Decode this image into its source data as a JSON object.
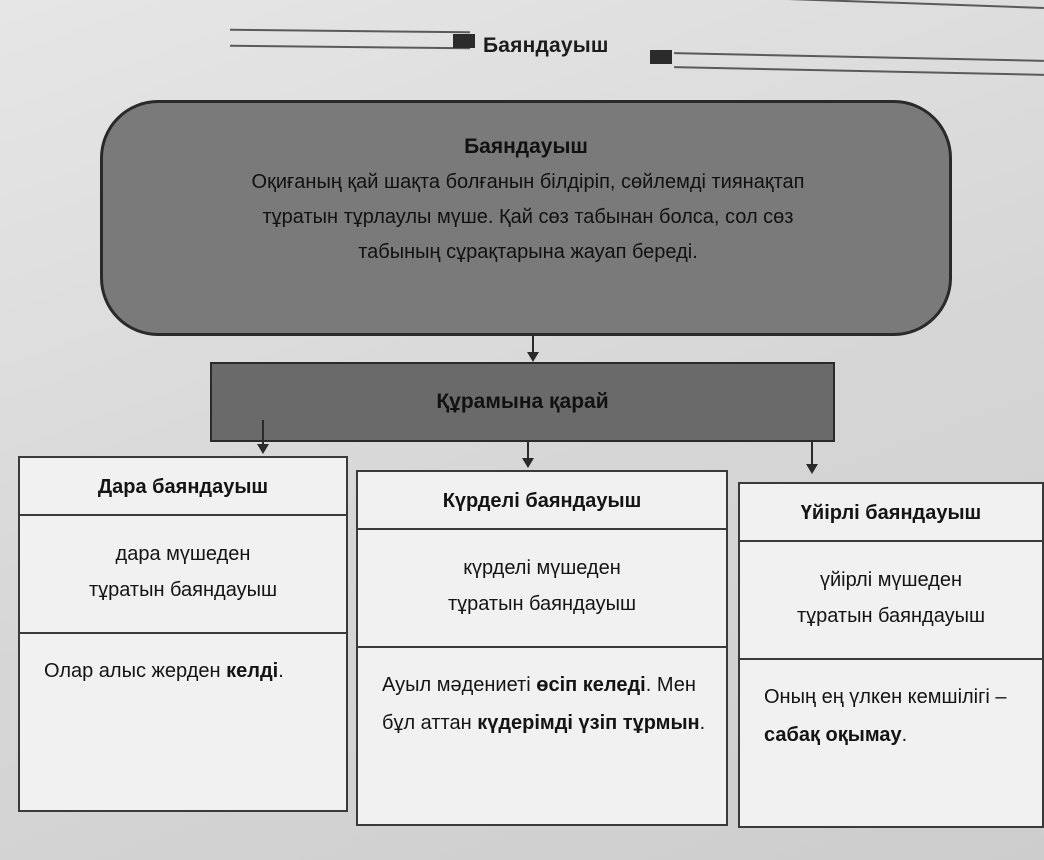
{
  "header": {
    "title": "Баяндауыш"
  },
  "definition": {
    "title": "Баяндауыш",
    "lines": [
      "Оқиғаның қай шақта болғанын білдіріп, сөйлемді тиянақтап",
      "тұратын тұрлаулы мүше. Қай сөз табынан болса, сол сөз",
      "табының сұрақтарына жауап береді."
    ]
  },
  "category": {
    "label": "Құрамына қарай"
  },
  "columns": [
    {
      "title": "Дара баяндауыш",
      "desc_lines": [
        "дара мүшеден",
        "тұратын баяндауыш"
      ],
      "example": {
        "plain": "Олар алыс жерден",
        "bold": "келді",
        "end": "."
      }
    },
    {
      "title": "Күрделі баяндауыш",
      "desc_lines": [
        "күрделі мүшеден",
        "тұратын баяндауыш"
      ],
      "example": {
        "plain1": "Ауыл мәдениеті",
        "bold1": "өсіп келеді",
        "plain2": ". Мен бұл аттан",
        "bold2": "күдерімді үзіп тұрмын",
        "end": "."
      }
    },
    {
      "title": "Үйірлі баяндауыш",
      "desc_lines": [
        "үйірлі мүшеден",
        "тұратын баяндауыш"
      ],
      "example": {
        "plain": "Оның ең үлкен кемшілігі –",
        "bold": "сабақ оқымау",
        "end": "."
      }
    }
  ]
}
